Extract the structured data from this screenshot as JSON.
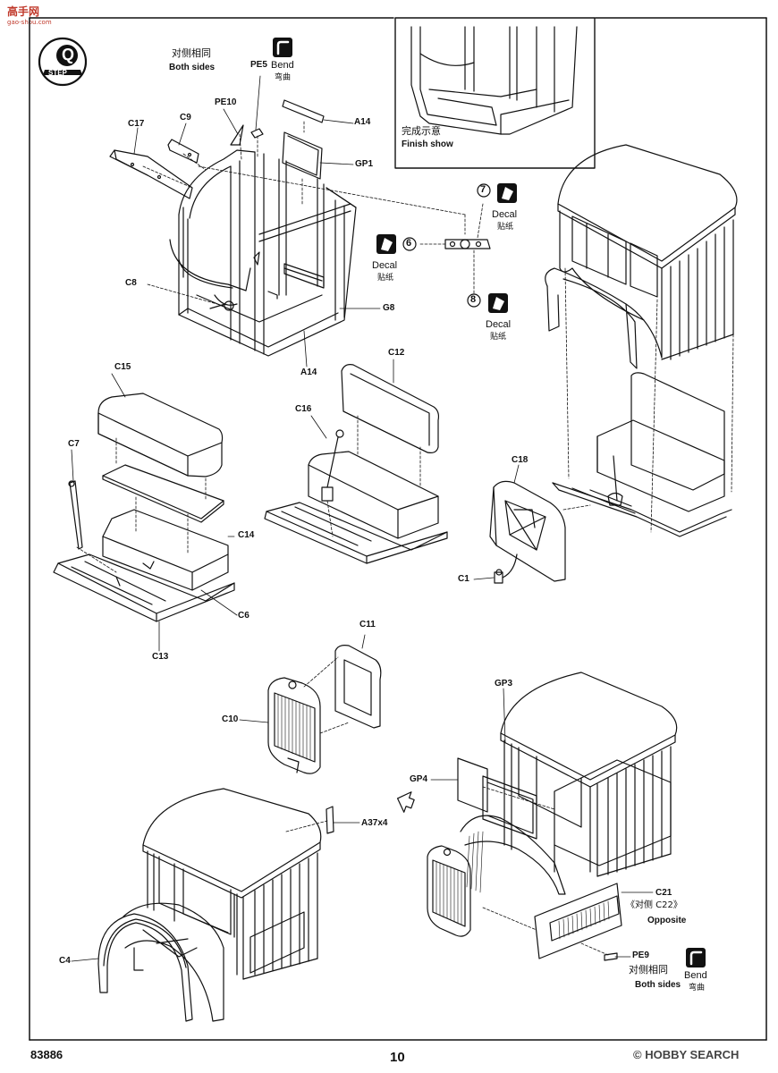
{
  "watermark": {
    "top_left": "高手网",
    "top_left_sub": "gao-shou.com",
    "bottom_right": "HOBBY SEARCH",
    "copyright": "©"
  },
  "step": {
    "label": "STEP",
    "number": "Q"
  },
  "page": {
    "code": "83886",
    "number": "10"
  },
  "finish_show": {
    "cn": "完成示意",
    "en": "Finish show"
  },
  "notes": {
    "both_sides_cn": "对侧相同",
    "both_sides_en": "Both sides",
    "bend_en": "Bend",
    "bend_cn": "弯曲",
    "decal_en": "Decal",
    "decal_cn": "贴纸",
    "opposite_cn": "《对侧 C22》",
    "opposite_en": "Opposite"
  },
  "decals": {
    "d6": "6",
    "d7": "7",
    "d8": "8"
  },
  "parts": {
    "PE5": "PE5",
    "PE10": "PE10",
    "C17": "C17",
    "C9": "C9",
    "A14a": "A14",
    "GP1": "GP1",
    "C8": "C8",
    "G8": "G8",
    "A14b": "A14",
    "C15": "C15",
    "C7": "C7",
    "C14": "C14",
    "C6": "C6",
    "C13": "C13",
    "C12": "C12",
    "C16": "C16",
    "C18": "C18",
    "C1": "C1",
    "C11": "C11",
    "C10": "C10",
    "A37x4": "A37x4",
    "C4": "C4",
    "GP3": "GP3",
    "GP4": "GP4",
    "C21": "C21",
    "PE9": "PE9"
  },
  "icons": {
    "bend": "bend-icon",
    "decal": "decal-icon",
    "step": "step-badge-icon",
    "arrow": "hollow-arrow-icon"
  }
}
